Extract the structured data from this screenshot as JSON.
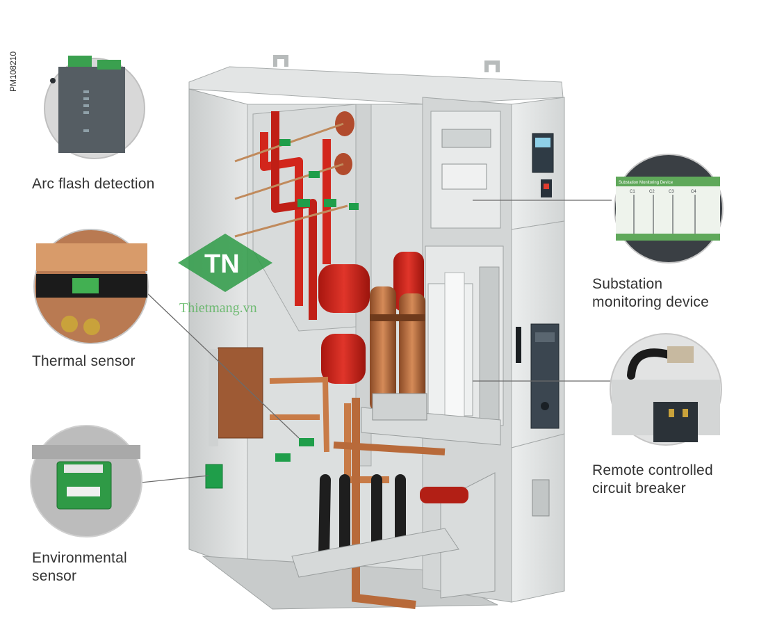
{
  "figure_code": "PM108210",
  "labels": {
    "arc_flash": "Arc flash detection",
    "thermal": "Thermal sensor",
    "environmental_1": "Environmental",
    "environmental_2": "sensor",
    "substation_1": "Substation",
    "substation_2": "monitoring device",
    "breaker_1": "Remote controlled",
    "breaker_2": "circuit breaker"
  },
  "watermark": {
    "logo": "TN",
    "text": "Thietmang.vn"
  },
  "inset_screen": {
    "title": "Substation Monitoring Device",
    "columns": [
      "C1",
      "C2",
      "C3",
      "C4"
    ]
  },
  "colors": {
    "busbar_red": "#d2261c",
    "copper": "#b86a3a",
    "sensor_green": "#1f9e4a",
    "cabinet_grey": "#d9dcdc",
    "leader_line": "#6b6b6b"
  }
}
